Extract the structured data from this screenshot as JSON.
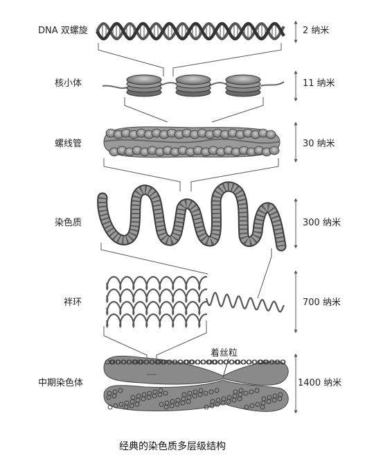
{
  "levels": [
    {
      "label": "DNA 双螺旋",
      "size": "2 纳米"
    },
    {
      "label": "核小体",
      "size": "11 纳米"
    },
    {
      "label": "螺线管",
      "size": "30 纳米"
    },
    {
      "label": "染色质",
      "size": "300 纳米"
    },
    {
      "label": "袢环",
      "size": "700 纳米"
    },
    {
      "label": "中期染色体",
      "size": "1400 纳米"
    }
  ],
  "centromere_label": "着丝粒",
  "caption": "经典的染色质多层级结构"
}
